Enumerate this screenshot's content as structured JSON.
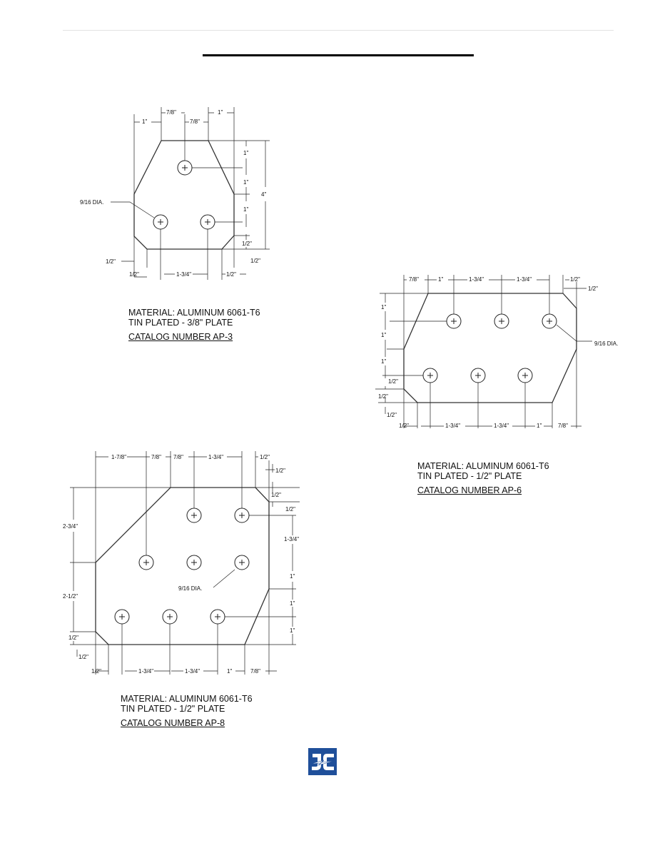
{
  "plates": [
    {
      "material": "MATERIAL: ALUMINUM 6061-T6",
      "plating": "TIN PLATED - 3/8\" PLATE",
      "catalog": "CATALOG NUMBER  AP-3",
      "hole_callout": "9/16 DIA.",
      "dims": {
        "top1": "7/8\"",
        "top2": "1\"",
        "top3": "1\"",
        "top4": "7/8\"",
        "right1": "1\"",
        "right2": "1\"",
        "right3": "1\"",
        "right4": "1/2\"",
        "right5": "1/2\"",
        "overall": "4\"",
        "left_bottom": "1/2\"",
        "bottom1": "1/2\"",
        "bottom2": "1-3/4\"",
        "bottom3": "1/2\""
      }
    },
    {
      "material": "MATERIAL: ALUMINUM 6061-T6",
      "plating": "TIN PLATED - 1/2\" PLATE",
      "catalog": "CATALOG NUMBER  AP-6",
      "hole_callout": "9/16 DIA.",
      "dims": {
        "top1": "7/8\"",
        "top2": "1\"",
        "top3": "1-3/4\"",
        "top4": "1-3/4\"",
        "top5": "1/2\"",
        "top6": "1/2\"",
        "left1": "1\"",
        "left2": "1\"",
        "left3": "1\"",
        "left4": "1/2\"",
        "left5": "1/2\"",
        "left6": "1/2\"",
        "bottom1": "1/2\"",
        "bottom2": "1-3/4\"",
        "bottom3": "1-3/4\"",
        "bottom4": "1\"",
        "bottom5": "7/8\""
      }
    },
    {
      "material": "MATERIAL: ALUMINUM 6061-T6",
      "plating": "TIN PLATED - 1/2\" PLATE",
      "catalog": "CATALOG NUMBER  AP-8",
      "hole_callout": "9/16 DIA.",
      "dims": {
        "top1": "1-7/8\"",
        "top2": "7/8\"",
        "top3": "7/8\"",
        "top4": "1-3/4\"",
        "top5": "1/2\"",
        "right1": "1/2\"",
        "right2": "1/2\"",
        "right3": "1/2\"",
        "right4": "1-3/4\"",
        "right5": "1\"",
        "right6": "1\"",
        "right7": "1\"",
        "left1": "2-3/4\"",
        "left2": "2-1/2\"",
        "left3": "1/2\"",
        "left4": "1/2\"",
        "bottom1": "1/2\"",
        "bottom2": "1-3/4\"",
        "bottom3": "1-3/4\"",
        "bottom4": "1\"",
        "bottom5": "7/8\""
      }
    }
  ],
  "logo": {
    "letters": "JC",
    "color": "#1f4f9a"
  }
}
